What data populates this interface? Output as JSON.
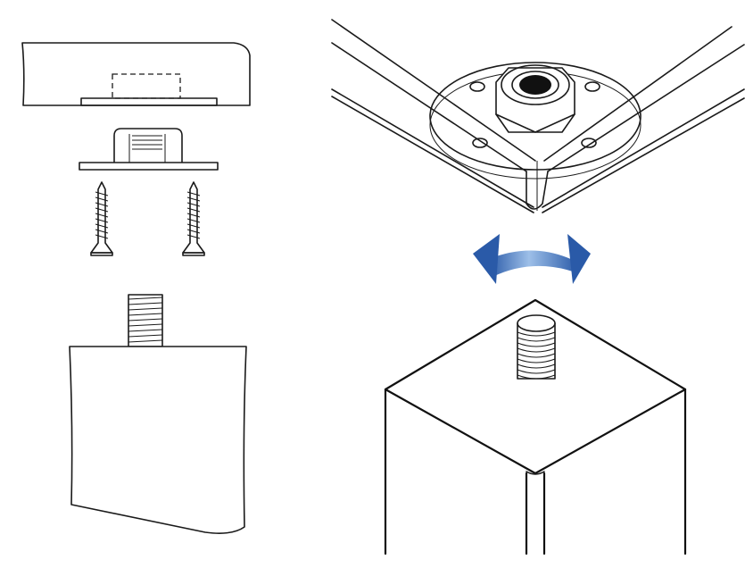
{
  "figure": {
    "left_panel_parts": [
      "furniture-base",
      "mounting-plate",
      "wood-screw",
      "wood-screw",
      "threaded-leg"
    ],
    "right_panel_parts": [
      "frame-corner-with-plate",
      "rotate-arrow",
      "threaded-leg"
    ],
    "colors": {
      "line": "#1a1a1a",
      "background": "#ffffff",
      "arrow_dark": "#2a5aa8",
      "arrow_light": "#8ab0e0"
    },
    "icons": [
      "rotate-arrow-icon"
    ]
  }
}
